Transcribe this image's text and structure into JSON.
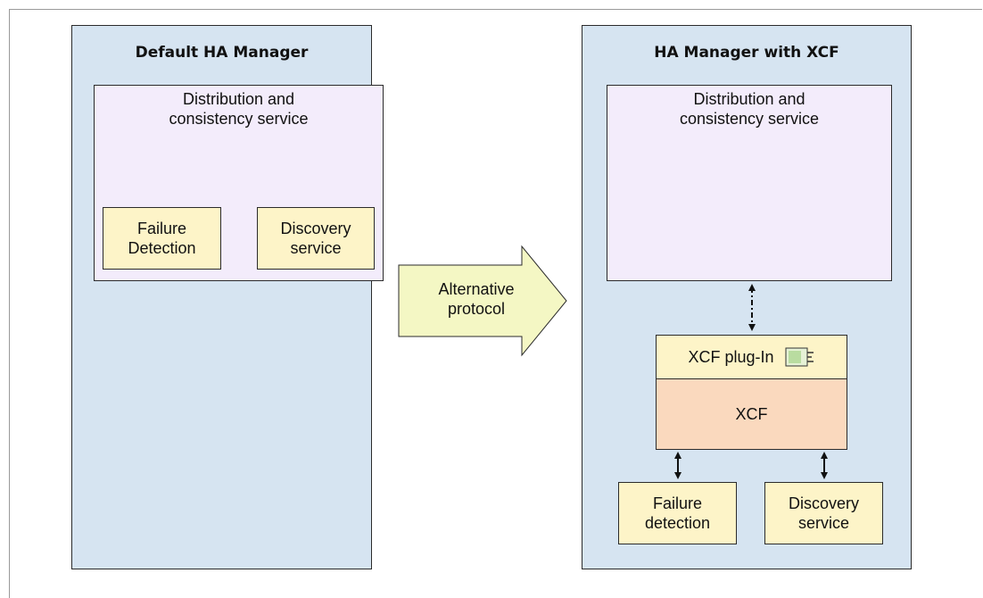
{
  "left_panel": {
    "title": "Default HA Manager",
    "distribution": {
      "line1": "Distribution and",
      "line2": "consistency service"
    },
    "failure": {
      "line1": "Failure",
      "line2": "Detection"
    },
    "discovery": {
      "line1": "Discovery",
      "line2": "service"
    }
  },
  "transition": {
    "line1": "Alternative",
    "line2": "protocol"
  },
  "right_panel": {
    "title": "HA Manager with XCF",
    "distribution": {
      "line1": "Distribution and",
      "line2": "consistency service"
    },
    "plugin": "XCF plug-In",
    "xcf": "XCF",
    "failure": {
      "line1": "Failure",
      "line2": "detection"
    },
    "discovery": {
      "line1": "Discovery",
      "line2": "service"
    }
  },
  "colors": {
    "panel": "#d6e4f1",
    "purple_box": "#f3ecfb",
    "yellow_box": "#fdf4c8",
    "orange_box": "#fad9be",
    "arrow_fill": "#f4f7c4"
  }
}
